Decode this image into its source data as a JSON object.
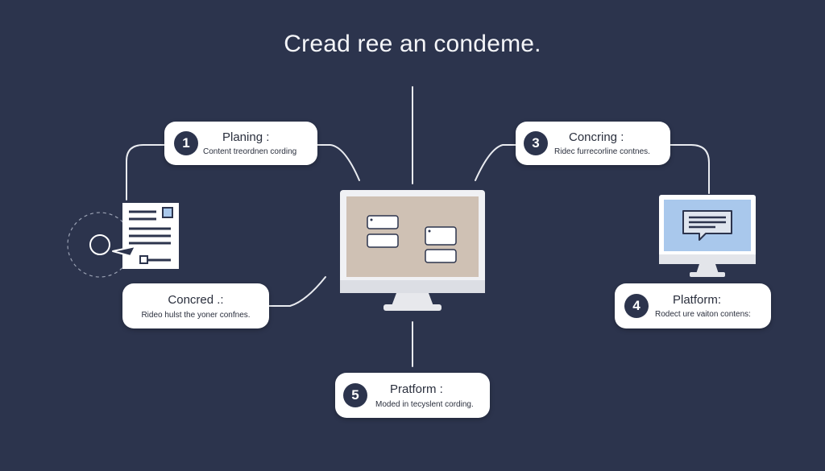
{
  "title": "Cread ree an condeme.",
  "colors": {
    "background": "#2c344d",
    "card": "#ffffff",
    "badge": "#2c344d",
    "connector": "#e9ebf0",
    "center_screen": "#cfc1b4",
    "right_screen": "#a9c8ec"
  },
  "steps": [
    {
      "number": "1",
      "title": "Planing :",
      "description": "Content treordnen cording"
    },
    {
      "number": "",
      "title": "Concred .:",
      "description": "Rideo hulst the yoner confnes."
    },
    {
      "number": "3",
      "title": "Concring :",
      "description": "Ridec furrecorline contnes."
    },
    {
      "number": "4",
      "title": "Platform:",
      "description": "Rodect ure vaiton contens:"
    },
    {
      "number": "5",
      "title": "Pratform :",
      "description": "Moded in tecyslent cording."
    }
  ],
  "icons": {
    "document": "document-icon",
    "cursor": "cursor-icon",
    "center_monitor": "monitor-icon",
    "right_monitor": "monitor-icon",
    "message": "message-icon"
  }
}
